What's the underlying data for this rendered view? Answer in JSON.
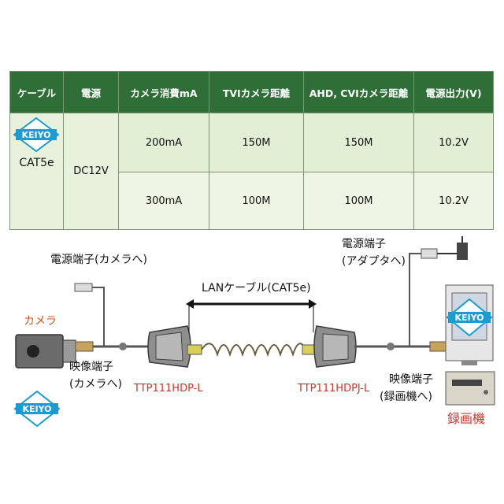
{
  "brand": {
    "logo_text": "KEIYO",
    "logo_color": "#1b9bd1"
  },
  "table": {
    "headers": [
      "ケーブル",
      "電源",
      "カメラ消費mA",
      "TVIカメラ距離",
      "AHD, CVIカメラ距離",
      "電源出力(V)"
    ],
    "cable": "CAT5e",
    "power": "DC12V",
    "rows": [
      {
        "current": "200mA",
        "tvi": "150M",
        "ahd_cvi": "150M",
        "output": "10.2V"
      },
      {
        "current": "300mA",
        "tvi": "100M",
        "ahd_cvi": "100M",
        "output": "10.2V"
      }
    ],
    "header_color": "#2f6e36"
  },
  "diagram": {
    "camera_label": "カメラ",
    "camera_power_label": "電源端子(カメラへ)",
    "camera_video_label_1": "映像端子",
    "camera_video_label_2": "(カメラへ)",
    "lan_label": "LANケーブル(CAT5e)",
    "left_unit": "TTP111HDP-L",
    "right_unit": "TTP111HDPJ-L",
    "adapter_label_1": "電源端子",
    "adapter_label_2": "(アダプタへ)",
    "recorder_video_label_1": "映像端子",
    "recorder_video_label_2": "(録画機へ)",
    "recorder_label": "録画機"
  }
}
